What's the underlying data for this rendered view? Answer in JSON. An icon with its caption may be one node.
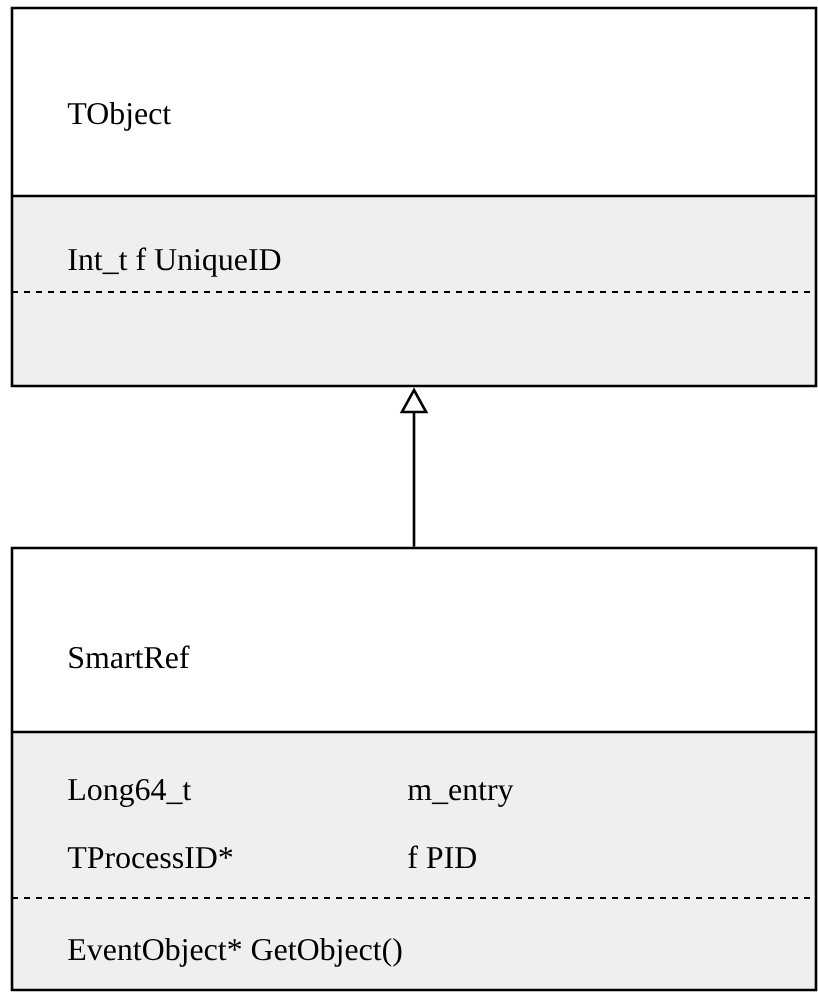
{
  "diagram": {
    "nodes": [
      {
        "text": [
          "TObject",
          "Int_t f UniqueID"
        ]
      },
      {
        "text": [
          "SmartRef",
          "Long64_t",
          "m_entry",
          "TProcessID*",
          "f PID",
          "EventObject* GetObject()"
        ]
      }
    ],
    "edges": [
      {
        "from": 1,
        "to": 0,
        "arrow": "to"
      }
    ]
  }
}
